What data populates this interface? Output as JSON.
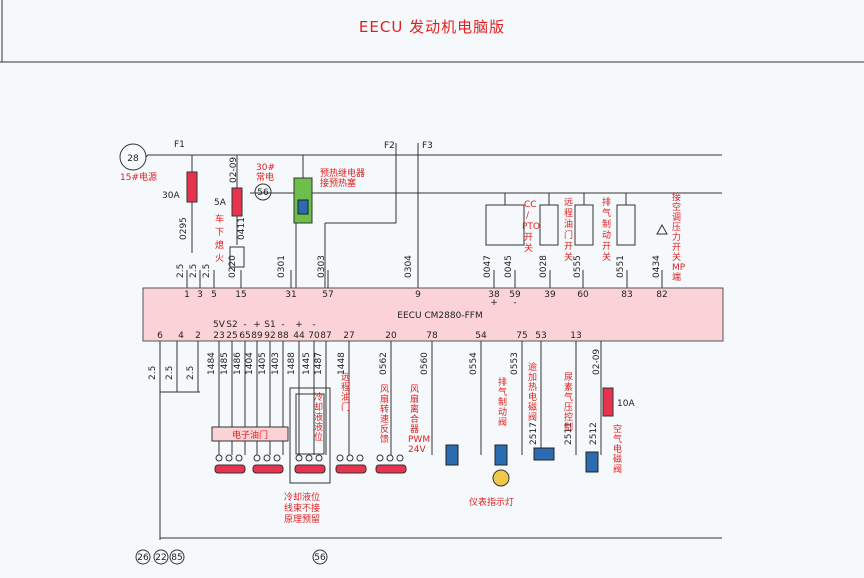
{
  "title": "EECU   发动机电脑版",
  "ecu_label": "EECU CM2880-FFM",
  "circles_top": {
    "c28": "28",
    "c56": "56"
  },
  "circles_bottom": [
    "26",
    "22",
    "85",
    "56"
  ],
  "fuses": {
    "f1": "F1",
    "f2": "F2",
    "f3": "F3",
    "a30": "30A",
    "a5": "5A",
    "a10": "10A",
    "p15": "15#电源",
    "p30": "30#\n常电",
    "code0209": "02-09",
    "code0209b": "02-09"
  },
  "top_pins": [
    {
      "n": "1"
    },
    {
      "n": "3"
    },
    {
      "n": "5"
    },
    {
      "n": "15"
    },
    {
      "n": "31"
    },
    {
      "n": "57"
    },
    {
      "n": "9"
    },
    {
      "n": "38"
    },
    {
      "n": "59"
    },
    {
      "n": "39"
    },
    {
      "n": "60"
    },
    {
      "n": "83"
    },
    {
      "n": "82"
    }
  ],
  "top_wires": [
    "2.5",
    "2.5",
    "2.5",
    "0220",
    "0301",
    "0303",
    "0304",
    "0047",
    "0045",
    "0028",
    "0555",
    "0551",
    "0434",
    "0295",
    "0411"
  ],
  "bottom_pins": [
    "6",
    "4",
    "2",
    "23",
    "25",
    "65",
    "89",
    "92",
    "88",
    "44",
    "70",
    "87",
    "27",
    "20",
    "78",
    "54",
    "75",
    "53",
    "13"
  ],
  "bottom_top_labels": [
    "5V",
    "S2",
    "-",
    "+",
    "S1",
    "-",
    "+",
    "-"
  ],
  "bottom_wires": [
    "2.5",
    "2.5",
    "2.5",
    "1484",
    "1485",
    "1486",
    "1404",
    "1405",
    "1403",
    "1488",
    "1445",
    "1487",
    "1448",
    "0562",
    "0560",
    "0554",
    "0553",
    "2517",
    "2511",
    "2512"
  ],
  "texts": {
    "ignition": "车\n下\n熄\n火",
    "preheat": "预热继电器\n接预热塞",
    "cc_pto": "CC\n/\nPTO\n开\n关",
    "remote_throttle_sw": "远\n程\n油\n门\n开\n关",
    "exhaust_brake_sw": "排\n气\n制\n动\n开\n关",
    "ac_pressure_sw": "接\n空\n调\n压\n力\n开\n关\nMP\n端",
    "throttle_box": "电子油门",
    "coolant_level": "冷\n却\n液\n液\n位",
    "remote_throttle": "远\n程\n油\n门",
    "fan_speed": "风\n扇\n转\n速\n反\n馈",
    "fan_clutch": "风\n扇\n离\n合\n器\nPWM\n24V",
    "exhaust_brake_valve": "排\n气\n制\n动\n阀",
    "heater_valve": "逾\n加\n热\n电\n磁\n阀",
    "urea_pressure": "尿\n素\n气\n压\n控\n制",
    "air_solenoid": "空\n气\n电\n磁\n阀",
    "lamp": "仪表指示灯",
    "coolant_note": "冷却液位\n线束不接\n原理预留",
    "plus": "+",
    "minus": "-"
  }
}
